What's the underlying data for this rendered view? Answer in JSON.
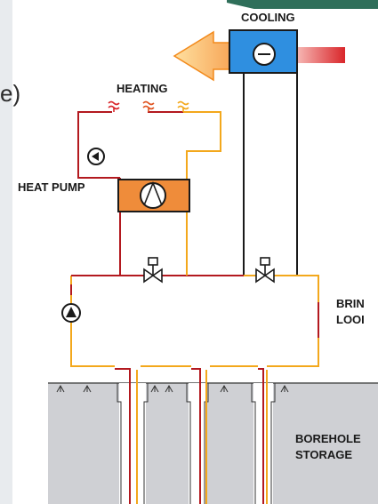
{
  "labels": {
    "cooling": "COOLING",
    "heating": "HEATING",
    "heat_pump": "HEAT PUMP",
    "brine_loop_line1": "BRIN",
    "brine_loop_line2": "LOOI",
    "borehole_line1": "BOREHOLE",
    "borehole_line2": "STORAGE",
    "paren": "e)"
  },
  "colors": {
    "hot_pipe": "#b3191f",
    "cold_pipe": "#f3a81c",
    "neutral_pipe": "#1a1a1a",
    "cooling_unit": "#2f8fe0",
    "heat_pump_unit": "#ef8c3a",
    "ground": "#cfd0d4",
    "arrow_fill": "#ffd27a",
    "accent_strip": "#2f6f5a"
  }
}
